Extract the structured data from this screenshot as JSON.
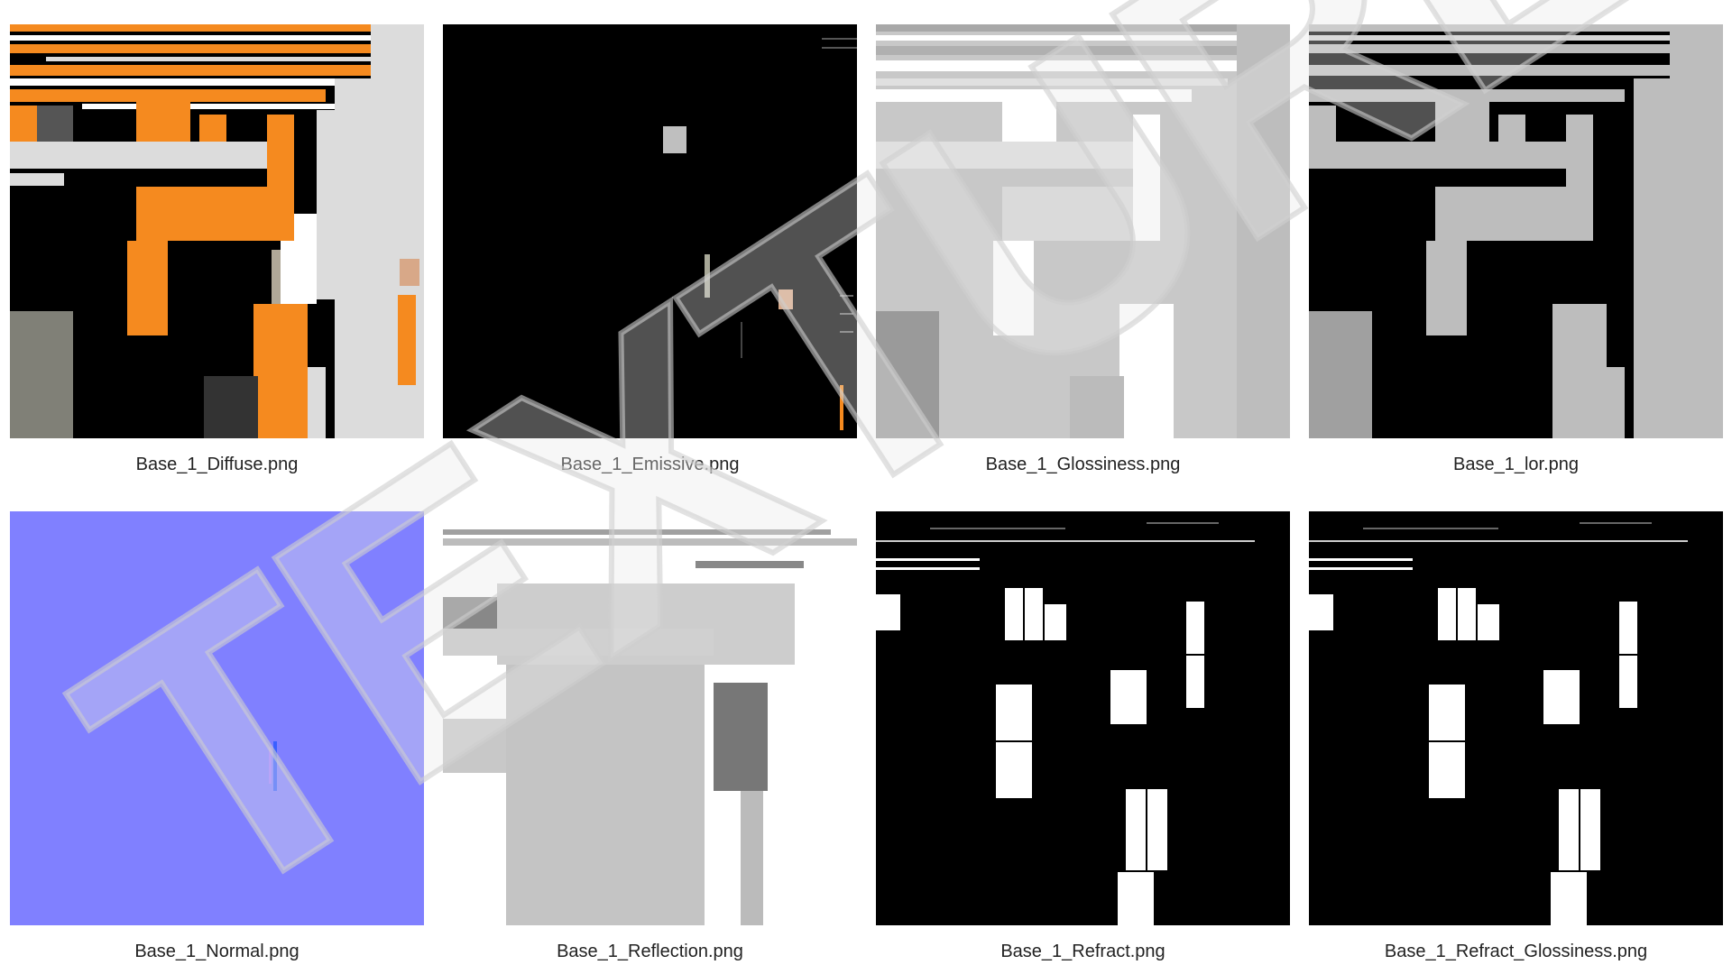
{
  "gallery": {
    "items": [
      {
        "label": "Base_1_Diffuse.png"
      },
      {
        "label": "Base_1_Emissive.png"
      },
      {
        "label": "Base_1_Glossiness.png"
      },
      {
        "label": "Base_1_lor.png"
      },
      {
        "label": "Base_1_Normal.png"
      },
      {
        "label": "Base_1_Reflection.png"
      },
      {
        "label": "Base_1_Refract.png"
      },
      {
        "label": "Base_1_Refract_Glossiness.png"
      }
    ]
  },
  "watermark": {
    "text": "TEXTURES"
  },
  "colors": {
    "orange": "#f58a1f",
    "black": "#000000",
    "normal_blue": "#8080ff",
    "light_gray": "#dcdcdc",
    "mid_gray": "#a8a8a8",
    "watermark_fill": "#e8e8e8"
  }
}
